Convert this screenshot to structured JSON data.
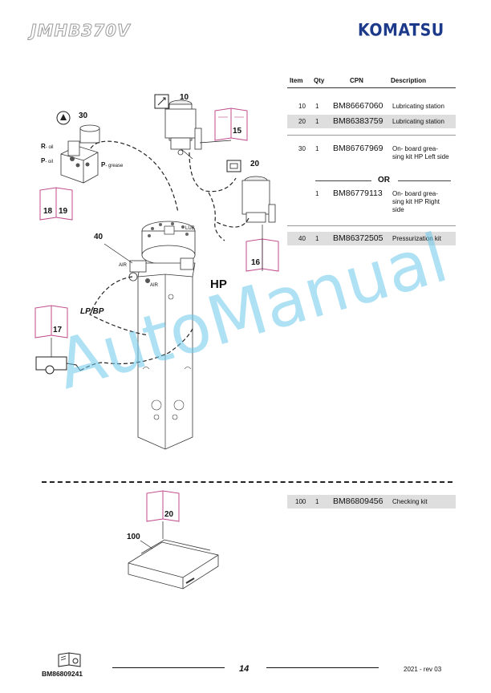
{
  "header": {
    "model": "JMHB370V",
    "brand": "KOMATSU"
  },
  "table": {
    "headers": [
      "Item",
      "Qty",
      "CPN",
      "Description"
    ],
    "rows": [
      {
        "item": "10",
        "qty": "1",
        "cpn": "BM86667060",
        "desc": "Lubricating station",
        "shaded": false
      },
      {
        "item": "20",
        "qty": "1",
        "cpn": "BM86383759",
        "desc": "Lubricating station",
        "shaded": true
      },
      {
        "item": "30",
        "qty": "1",
        "cpn": "BM86767969",
        "desc_line1": "On- board grea-",
        "desc_line2": "sing kit HP Left side",
        "shaded": false
      },
      {
        "item": "",
        "qty": "1",
        "cpn": "BM86779113",
        "desc_line1": "On- board grea-",
        "desc_line2": "sing kit HP Right",
        "desc_line3": "side",
        "shaded": false
      },
      {
        "item": "40",
        "qty": "1",
        "cpn": "BM86372505",
        "desc": "Pressurization kit",
        "shaded": true
      },
      {
        "item": "100",
        "qty": "1",
        "cpn": "BM86809456",
        "desc": "Checking kit",
        "shaded": true
      }
    ],
    "or_label": "OR"
  },
  "diagram": {
    "callouts": {
      "c10": "10",
      "c20": "20",
      "c30": "30",
      "c40": "40",
      "c100": "100"
    },
    "book_refs": {
      "b15": "15",
      "b16": "16",
      "b17": "17",
      "b18": "18",
      "b19": "19",
      "b20": "20"
    },
    "labels": {
      "r_oil": "R",
      "r_oil_suffix": "- oil",
      "p_oil": "P",
      "p_oil_suffix": "- oil",
      "p_grease": "P",
      "p_grease_suffix": "- grease",
      "lub": "LUB",
      "air1": "AIR",
      "air2": "AIR",
      "hp": "HP",
      "lpbp": "LP/BP"
    }
  },
  "watermark": "AutoManual",
  "footer": {
    "code": "BM86809241",
    "page": "14",
    "rev": "2021 -  rev 03"
  }
}
